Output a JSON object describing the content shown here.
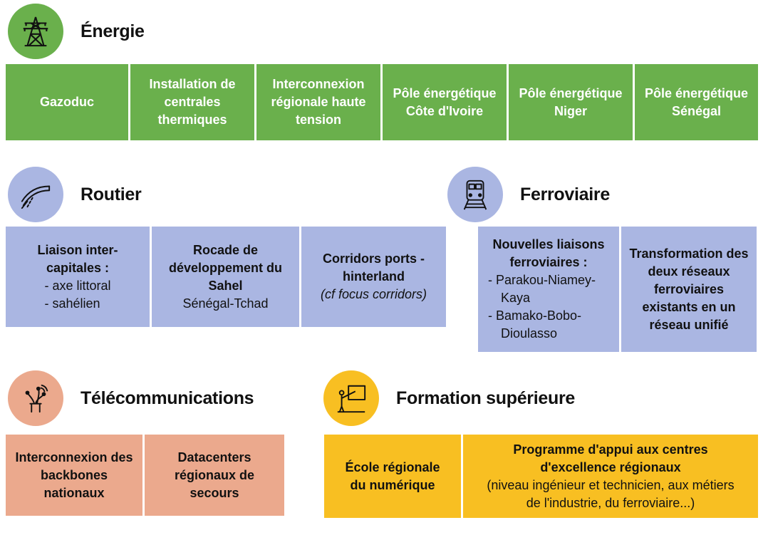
{
  "energie": {
    "title": "Énergie",
    "icon": "power-pylon-icon",
    "color": "#6ab04c",
    "cells": [
      {
        "text": "Gazoduc"
      },
      {
        "text": "Installation de centrales thermiques"
      },
      {
        "text": "Interconnexion régionale haute tension"
      },
      {
        "text": "Pôle énergétique Côte d'Ivoire"
      },
      {
        "text": "Pôle énergétique Niger"
      },
      {
        "text": "Pôle énergétique Sénégal"
      }
    ]
  },
  "routier": {
    "title": "Routier",
    "icon": "road-bridge-icon",
    "color": "#aab6e2",
    "cell1": {
      "title": "Liaison inter-capitales :",
      "items": [
        "- axe littoral",
        "- sahélien"
      ]
    },
    "cell2": {
      "title": "Rocade de développement du Sahel",
      "sub": "Sénégal-Tchad"
    },
    "cell3": {
      "title": "Corridors ports - hinterland",
      "sub": "(cf focus corridors)"
    }
  },
  "ferroviaire": {
    "title": "Ferroviaire",
    "icon": "train-icon",
    "color": "#aab6e2",
    "cell1": {
      "title": "Nouvelles liaisons ferroviaires :",
      "items": [
        "- Parakou-Niamey-Kaya",
        "- Bamako-Bobo-Dioulasso"
      ]
    },
    "cell2": {
      "title": "Transformation des deux réseaux ferroviaires existants en un réseau unifié"
    }
  },
  "telecom": {
    "title": "Télécommunications",
    "icon": "fiber-optic-icon",
    "color": "#eba98d",
    "cells": [
      {
        "text": "Interconnexion des backbones nationaux"
      },
      {
        "text": "Datacenters régionaux de secours"
      }
    ]
  },
  "formation": {
    "title": "Formation supérieure",
    "icon": "teacher-board-icon",
    "color": "#f8bf22",
    "cell1": {
      "title": "École régionale du numérique"
    },
    "cell2": {
      "title": "Programme d'appui aux centres d'excellence régionaux",
      "sub": "(niveau ingénieur et technicien, aux métiers de l'industrie, du ferroviaire...)"
    }
  }
}
